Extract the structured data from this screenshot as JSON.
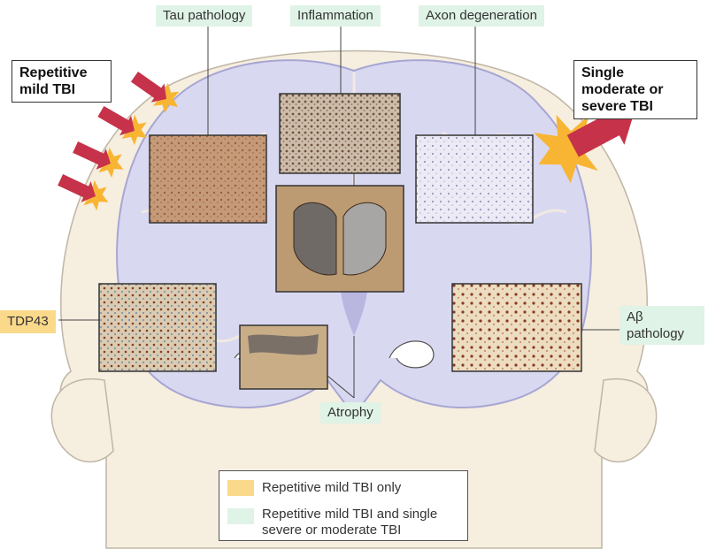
{
  "labels": {
    "tau": "Tau pathology",
    "inflammation": "Inflammation",
    "axon": "Axon degeneration",
    "repetitive": "Repetitive mild TBI",
    "single": "Single moderate or severe TBI",
    "tdp43": "TDP43",
    "abeta": "Aβ pathology",
    "atrophy": "Atrophy"
  },
  "legend": {
    "orange_text": "Repetitive mild TBI only",
    "green_text": "Repetitive mild TBI and single severe or moderate TBI"
  },
  "colors": {
    "head": "#f6eedf",
    "brain": "#d9d8f1",
    "brain_outline": "#a7a6d3",
    "green_label": "#dff3e6",
    "orange_label": "#fbd98a",
    "impact_arrow": "#c6324a",
    "impact_burst": "#f8b533"
  }
}
